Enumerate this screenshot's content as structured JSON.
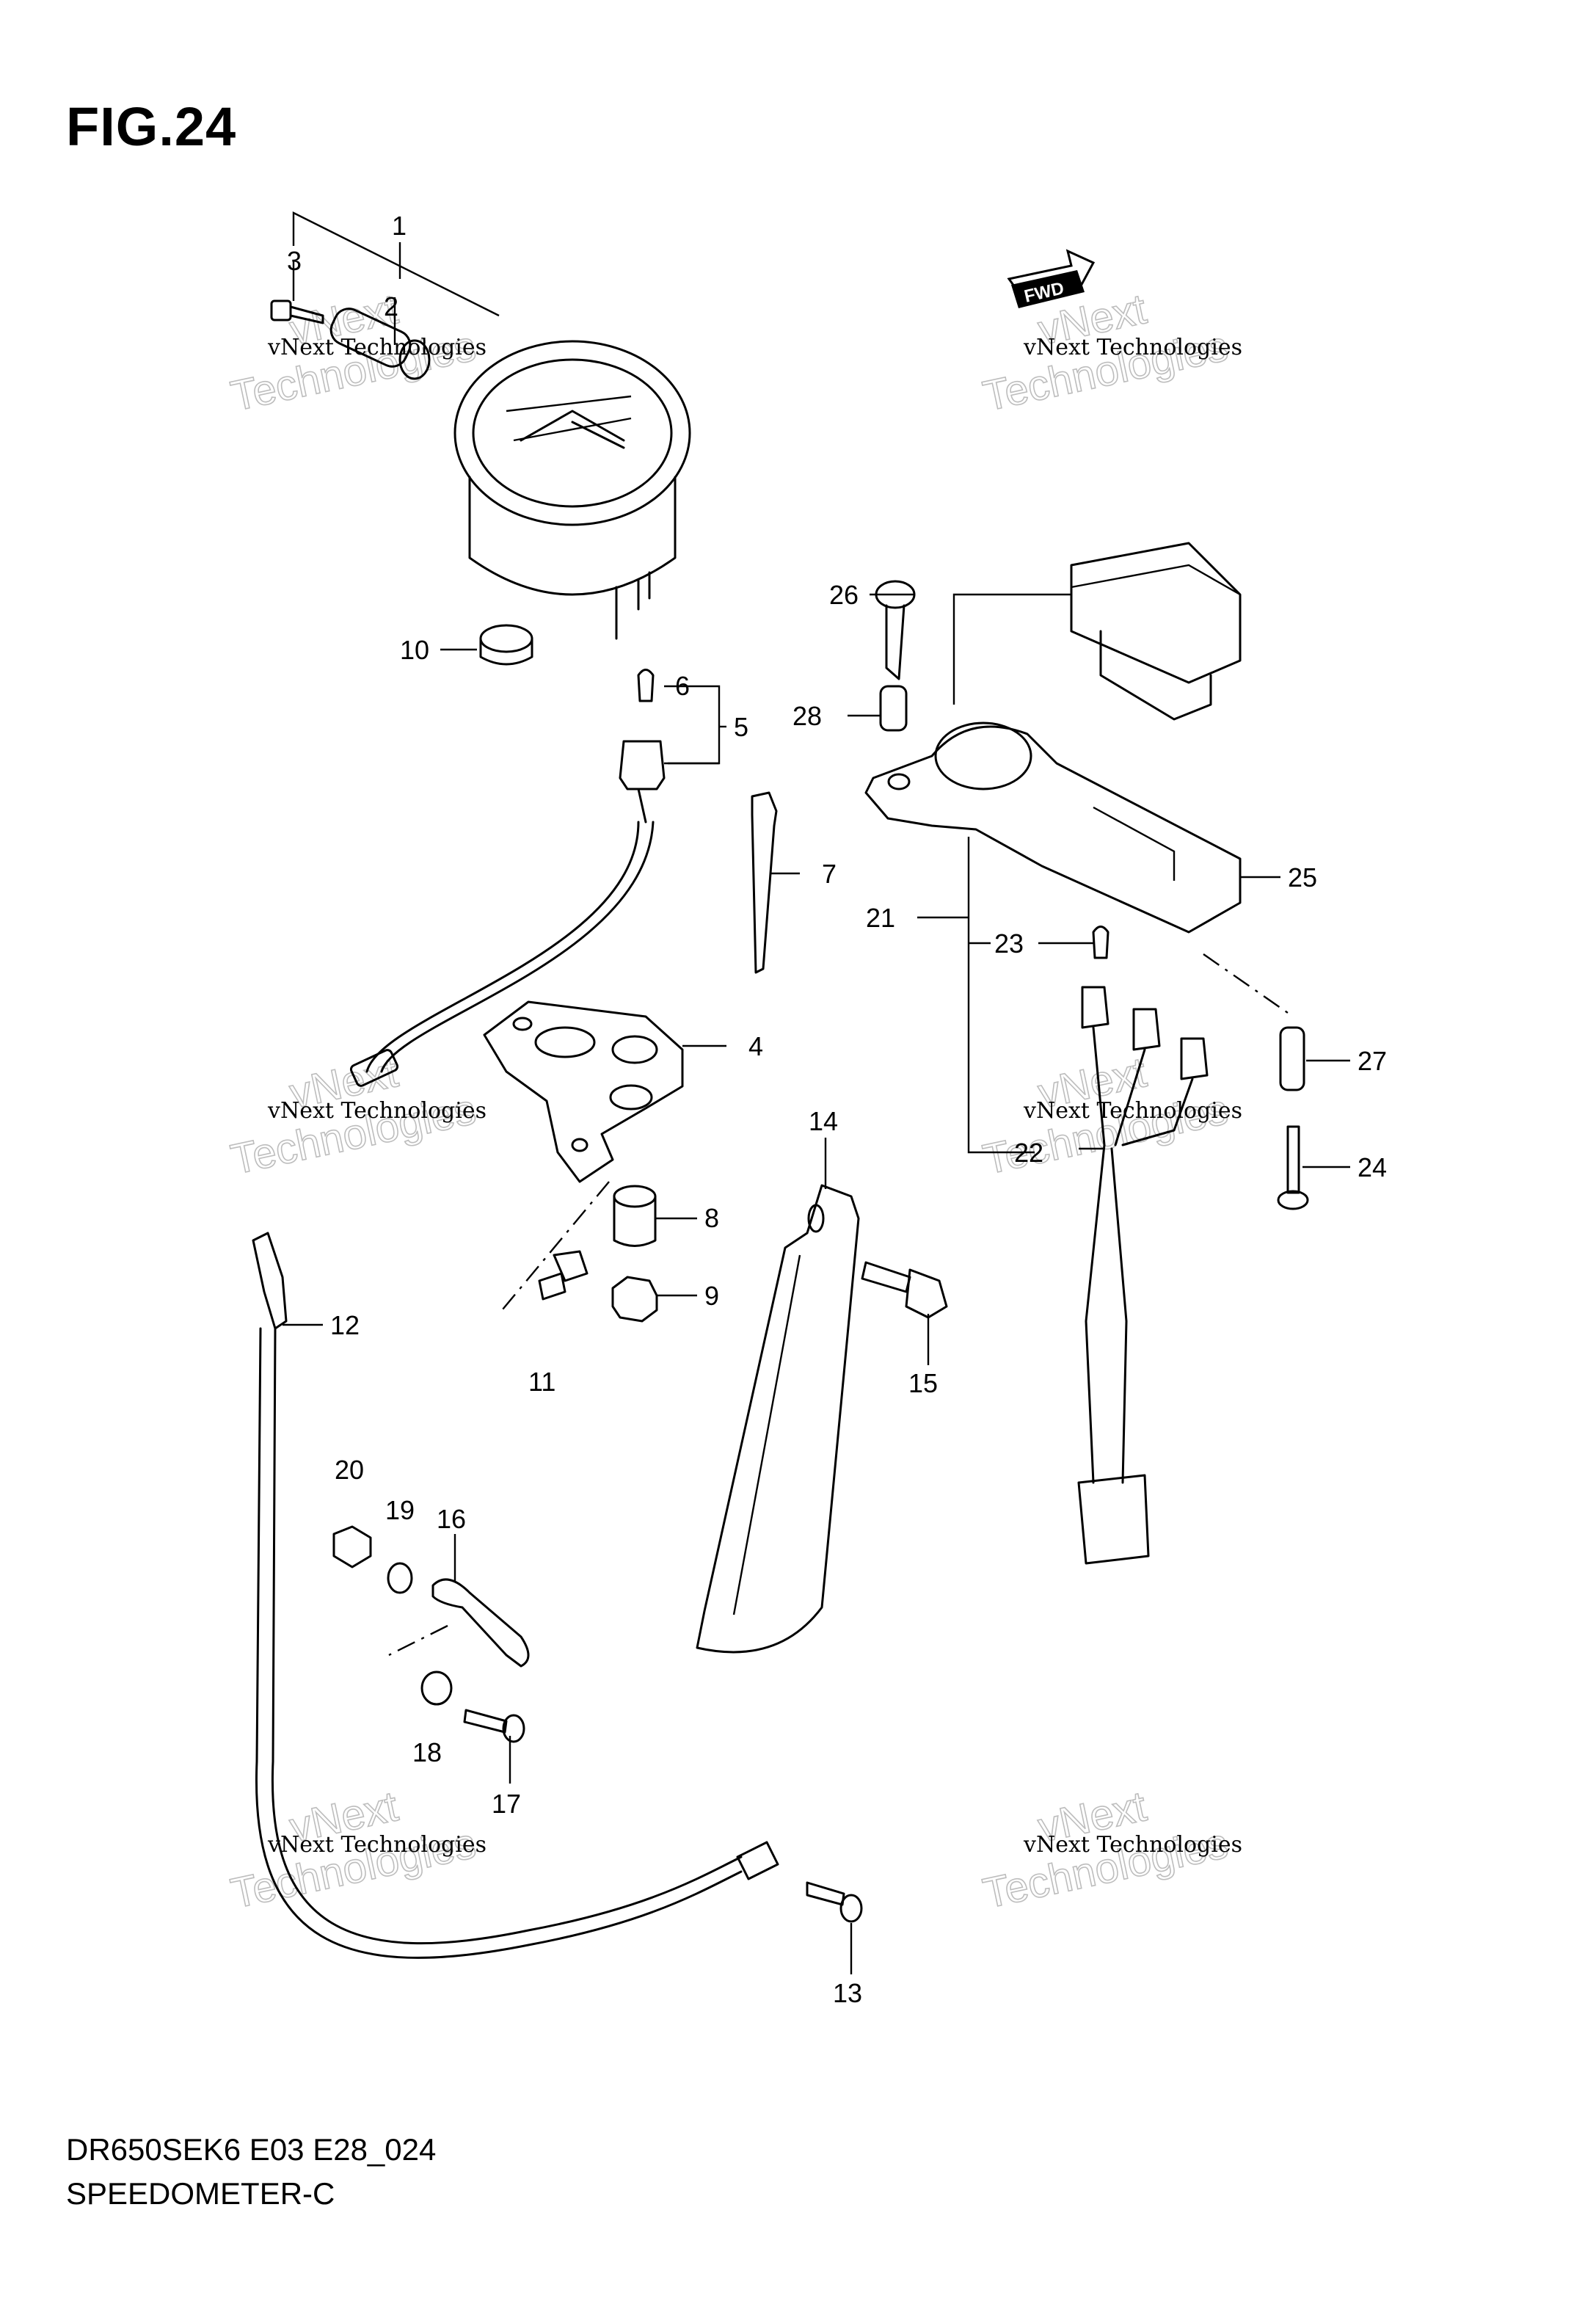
{
  "figure": {
    "title": "FIG.24"
  },
  "footer": {
    "model_code": "DR650SEK6 E03 E28_024",
    "name": "SPEEDOMETER-C"
  },
  "fwd_badge": {
    "label": "FWD",
    "icon": "fwd-arrow-icon"
  },
  "watermark": {
    "line1": "vNext Technologies",
    "line2": "vNext",
    "line3": "Technologies"
  },
  "callouts": {
    "n1": "1",
    "n2": "2",
    "n3": "3",
    "n4": "4",
    "n5": "5",
    "n6": "6",
    "n7": "7",
    "n8": "8",
    "n9": "9",
    "n10": "10",
    "n11": "11",
    "n12": "12",
    "n13": "13",
    "n14": "14",
    "n15": "15",
    "n16": "16",
    "n17": "17",
    "n18": "18",
    "n19": "19",
    "n20": "20",
    "n21": "21",
    "n22": "22",
    "n23": "23",
    "n24": "24",
    "n25": "25",
    "n26": "26",
    "n27": "27",
    "n28": "28"
  },
  "colors": {
    "line": "#000000",
    "watermark": "#bdbdbd",
    "background": "#ffffff"
  }
}
